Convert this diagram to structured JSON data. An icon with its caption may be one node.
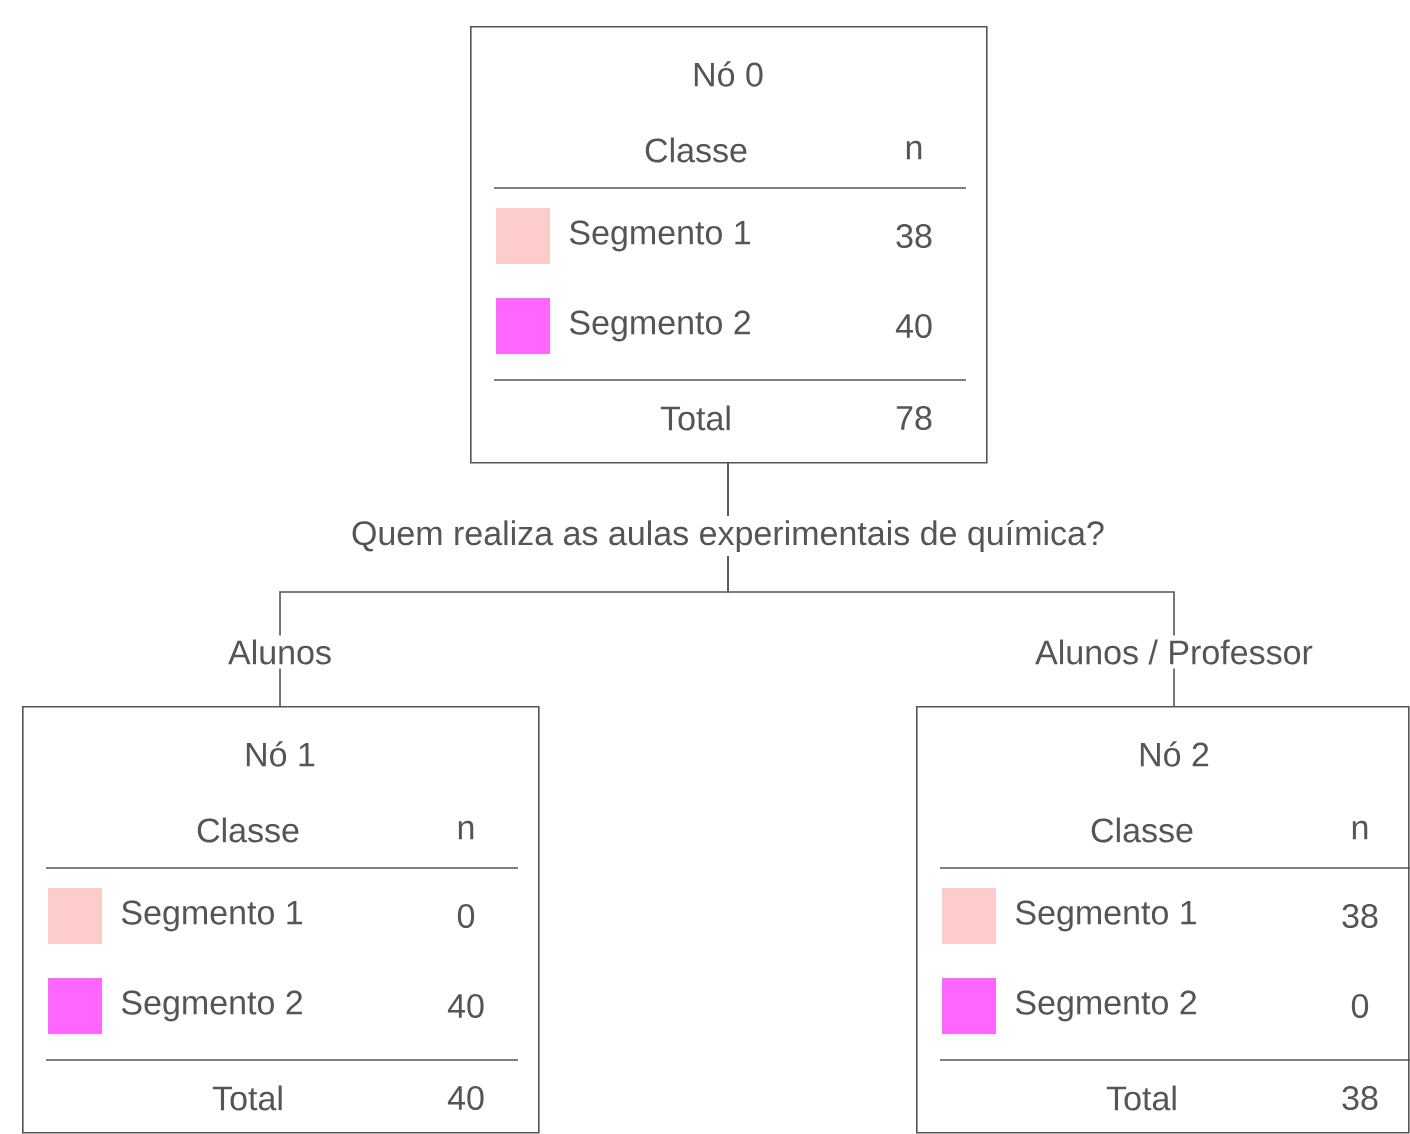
{
  "diagram": {
    "nodes": [
      {
        "text": [
          "Nó 0",
          "Classe",
          "n",
          "Segmento 1",
          "38",
          "Segmento 2",
          "40",
          "Total",
          "78"
        ]
      },
      {
        "text": [
          "Nó 1",
          "Classe",
          "n",
          "Segmento 1",
          "0",
          "Segmento 2",
          "40",
          "Total",
          "40"
        ]
      },
      {
        "text": [
          "Nó 2",
          "Classe",
          "n",
          "Segmento 1",
          "38",
          "Segmento 2",
          "0",
          "Total",
          "38"
        ]
      }
    ],
    "edges": [
      {
        "from": 0,
        "to": 1,
        "arrow": "none",
        "label": "Alunos"
      },
      {
        "from": 0,
        "to": 2,
        "arrow": "none",
        "label": "Alunos / Professor"
      }
    ],
    "labels": [
      "Quem realiza as aulas experimentais de química?"
    ]
  }
}
